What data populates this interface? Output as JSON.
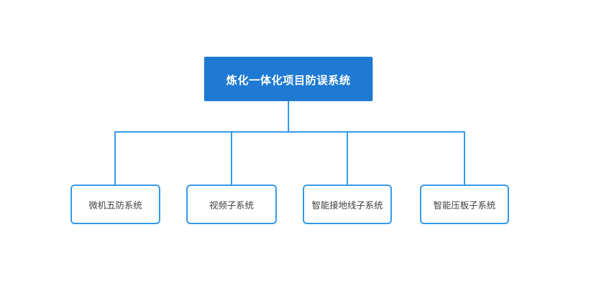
{
  "colors": {
    "canvas_bg": "#ffffff",
    "root_fill": "#1e7ad3",
    "root_text": "#ffffff",
    "connector": "#2e96e8",
    "child_fill": "#ffffff",
    "child_border": "#2e96e8",
    "child_text": "#3f3f3f"
  },
  "diagram": {
    "type": "org-tree",
    "root": {
      "label": "炼化一体化项目防误系统"
    },
    "children": [
      {
        "label": "微机五防系统"
      },
      {
        "label": "视频子系统"
      },
      {
        "label": "智能接地线子系统"
      },
      {
        "label": "智能压板子系统"
      }
    ]
  }
}
